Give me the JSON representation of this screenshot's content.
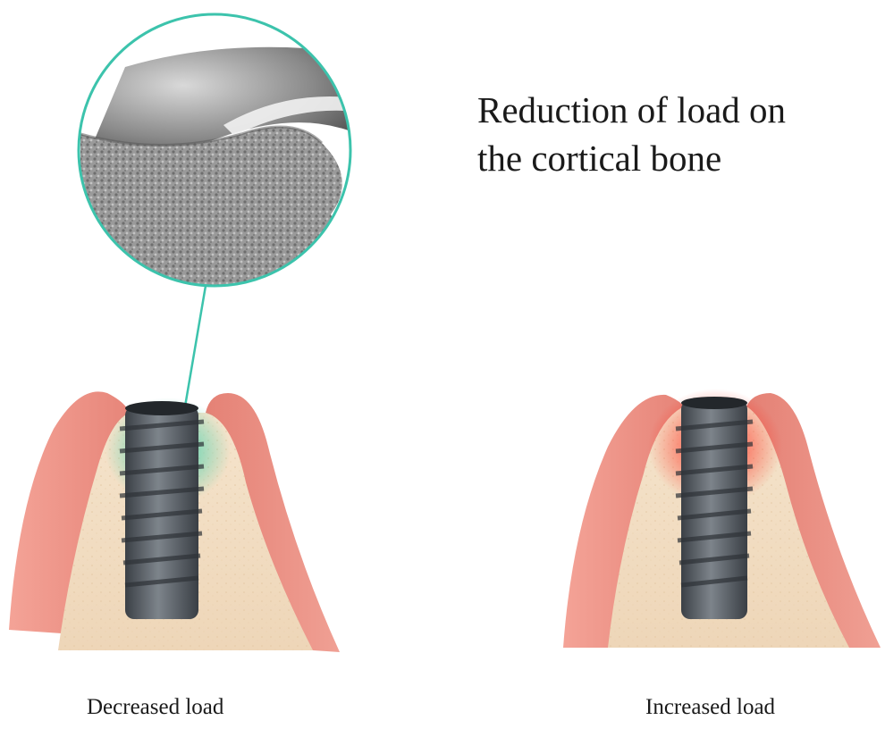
{
  "headline": {
    "line1": "Reduction of load on",
    "line2": "the cortical bone"
  },
  "captions": {
    "left": "Decreased load",
    "right": "Increased load"
  },
  "colors": {
    "gum": "#e27a6e",
    "gum_dark": "#c9564c",
    "bone": "#f2dcc0",
    "implant": "#4f555b",
    "decreased_load_glow": "#2fcfa9",
    "increased_load_glow": "#ff2a1a",
    "callout_ring": "#3cc3ac"
  },
  "icons": {
    "magnified_view": "implant-collar-surface-closeup",
    "left_model": "implant-in-bone-decreased-load",
    "right_model": "implant-in-bone-increased-load"
  }
}
